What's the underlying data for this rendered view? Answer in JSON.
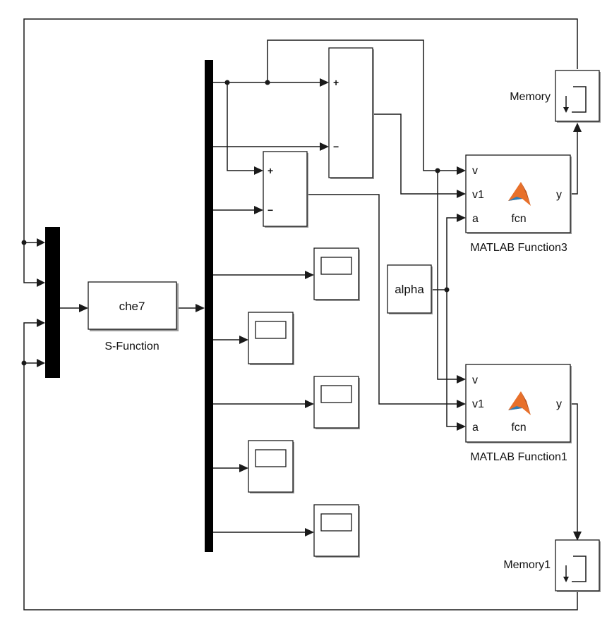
{
  "blocks": {
    "sfunction": {
      "text": "che7",
      "label": "S-Function"
    },
    "alpha": {
      "text": "alpha"
    },
    "memory": {
      "label": "Memory"
    },
    "memory1": {
      "label": "Memory1"
    },
    "matlab_function3": {
      "label": "MATLAB Function3",
      "fcn": "fcn",
      "inputs": [
        "v",
        "v1",
        "a"
      ],
      "output": "y"
    },
    "matlab_function1": {
      "label": "MATLAB Function1",
      "fcn": "fcn",
      "inputs": [
        "v",
        "v1",
        "a"
      ],
      "output": "y"
    },
    "sum_top": {
      "signs": [
        "+",
        "−"
      ]
    },
    "sum_mid": {
      "signs": [
        "+",
        "−"
      ]
    }
  },
  "icons": [
    "matlab-logo-icon",
    "scope-icon",
    "memory-icon"
  ],
  "colors": {
    "matlab_logo_orange": "#e8702a",
    "matlab_logo_blue": "#2f7db6"
  }
}
